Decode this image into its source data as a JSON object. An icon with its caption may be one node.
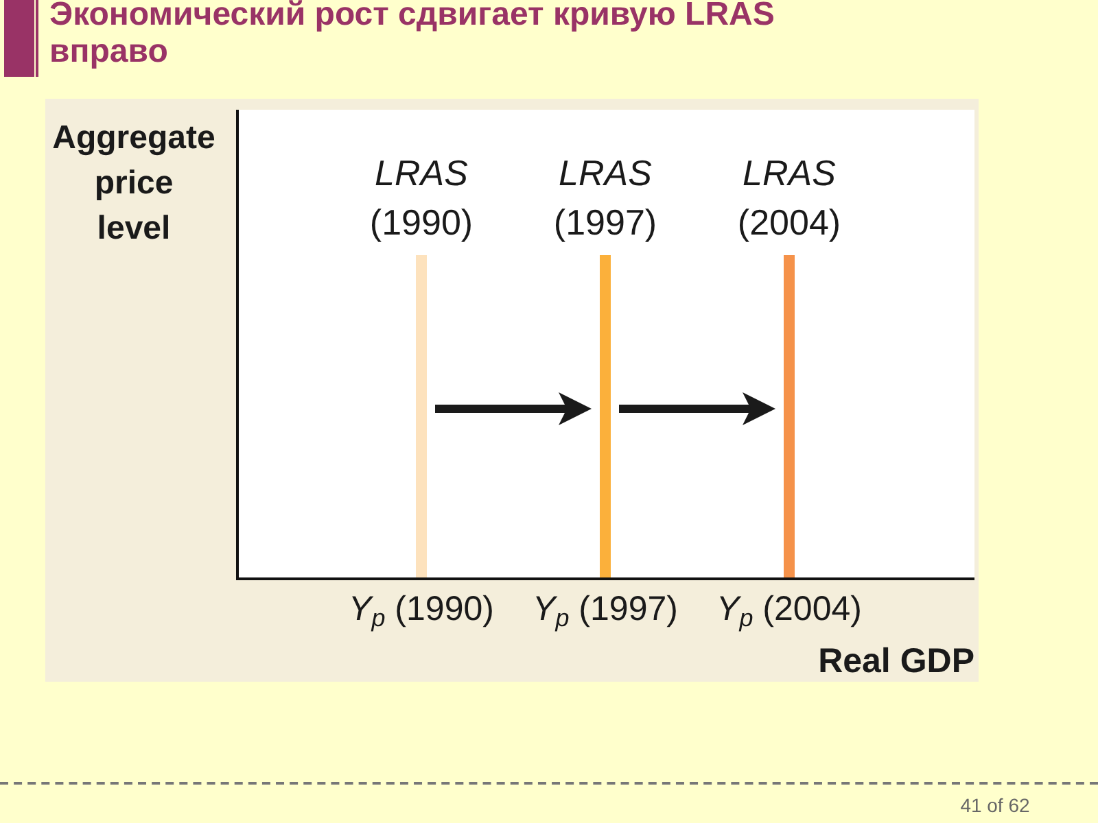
{
  "diagram": {
    "title": "Экономический рост сдвигает кривую LRAS вправо",
    "nodes": [
      {
        "text": [],
        "shape": "bar",
        "beside": [
          "*LRAS* (1990)",
          "*Y*$_{p}$ (1990)"
        ]
      },
      {
        "text": [],
        "shape": "bar",
        "beside": [
          "*LRAS* (1997)",
          "*Y*$_{p}$ (1997)"
        ]
      },
      {
        "text": [],
        "shape": "bar",
        "beside": [
          "*LRAS* (2004)",
          "*Y*$_{p}$ (2004)"
        ]
      }
    ],
    "edges": [
      {
        "from": 0,
        "to": 1,
        "arrow": "to"
      },
      {
        "from": 1,
        "to": 2,
        "arrow": "to"
      }
    ],
    "labels": [
      "Aggregate price level",
      "Real GDP",
      "41 of 62"
    ]
  }
}
